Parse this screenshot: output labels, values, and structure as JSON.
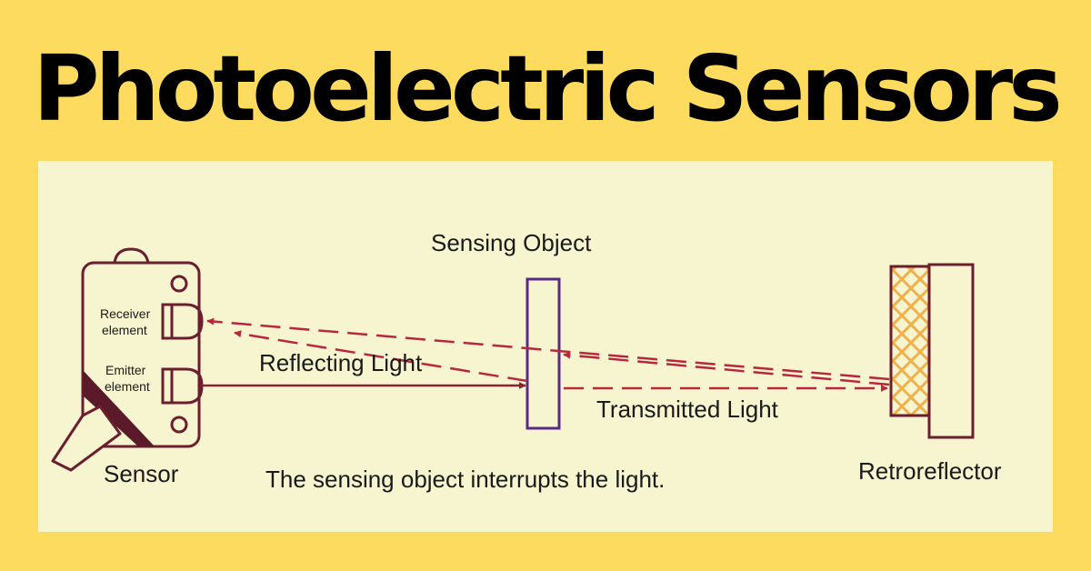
{
  "title": "Photoelectric Sensors",
  "colors": {
    "background": "#FDDB5E",
    "panel": "#F7F4D0",
    "outline": "#6B1E2E",
    "beam": "#B7283E",
    "object": "#5B2A86",
    "hatch": "#F0B04A"
  },
  "diagram": {
    "labels": {
      "sensing_object": "Sensing Object",
      "reflecting_light": "Reflecting Light",
      "transmitted_light": "Transmitted Light",
      "receiver_line1": "Receiver",
      "receiver_line2": "element",
      "emitter_line1": "Emitter",
      "emitter_line2": "element",
      "sensor": "Sensor",
      "retroreflector": "Retroreflector",
      "caption": "The sensing object interrupts the light."
    }
  }
}
